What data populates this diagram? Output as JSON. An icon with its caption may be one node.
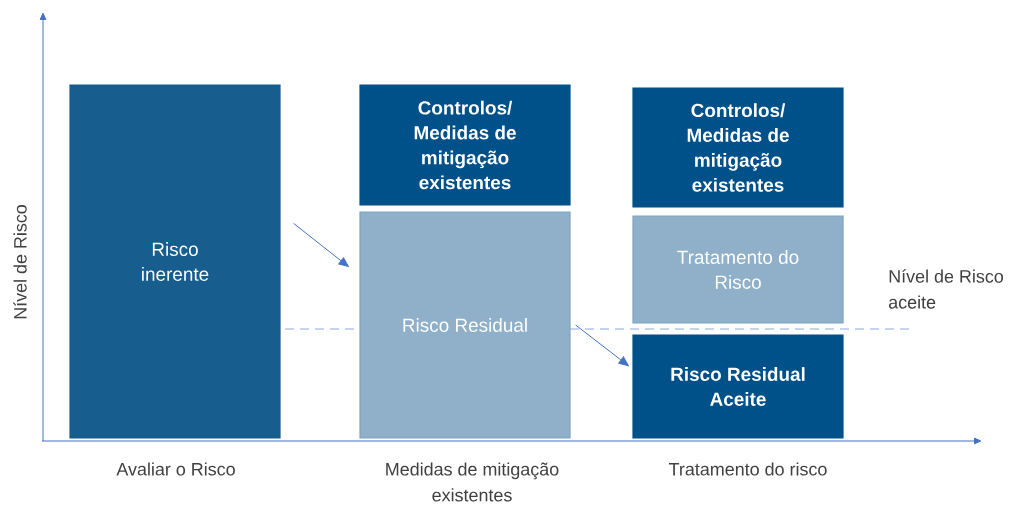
{
  "diagram": {
    "nodes": [
      {
        "text": [
          "Risco inerente"
        ]
      },
      {
        "text": [
          "Controlos/ Medidas de mitigação existentes"
        ]
      },
      {
        "text": [
          "Risco Residual"
        ]
      },
      {
        "text": [
          "Controlos/ Medidas de mitigação existentes"
        ]
      },
      {
        "text": [
          "Tratamento do Risco"
        ]
      },
      {
        "text": [
          "Risco Residual Aceite"
        ]
      }
    ],
    "edges": [
      {
        "from": 0,
        "to": 2,
        "arrow": "to"
      },
      {
        "from": 2,
        "to": 5,
        "arrow": "to"
      }
    ],
    "labels": [
      "Nível de Risco",
      "Nível de Risco aceite",
      "Avaliar o Risco",
      "Medidas de mitigação existentes",
      "Tratamento do risco"
    ]
  }
}
